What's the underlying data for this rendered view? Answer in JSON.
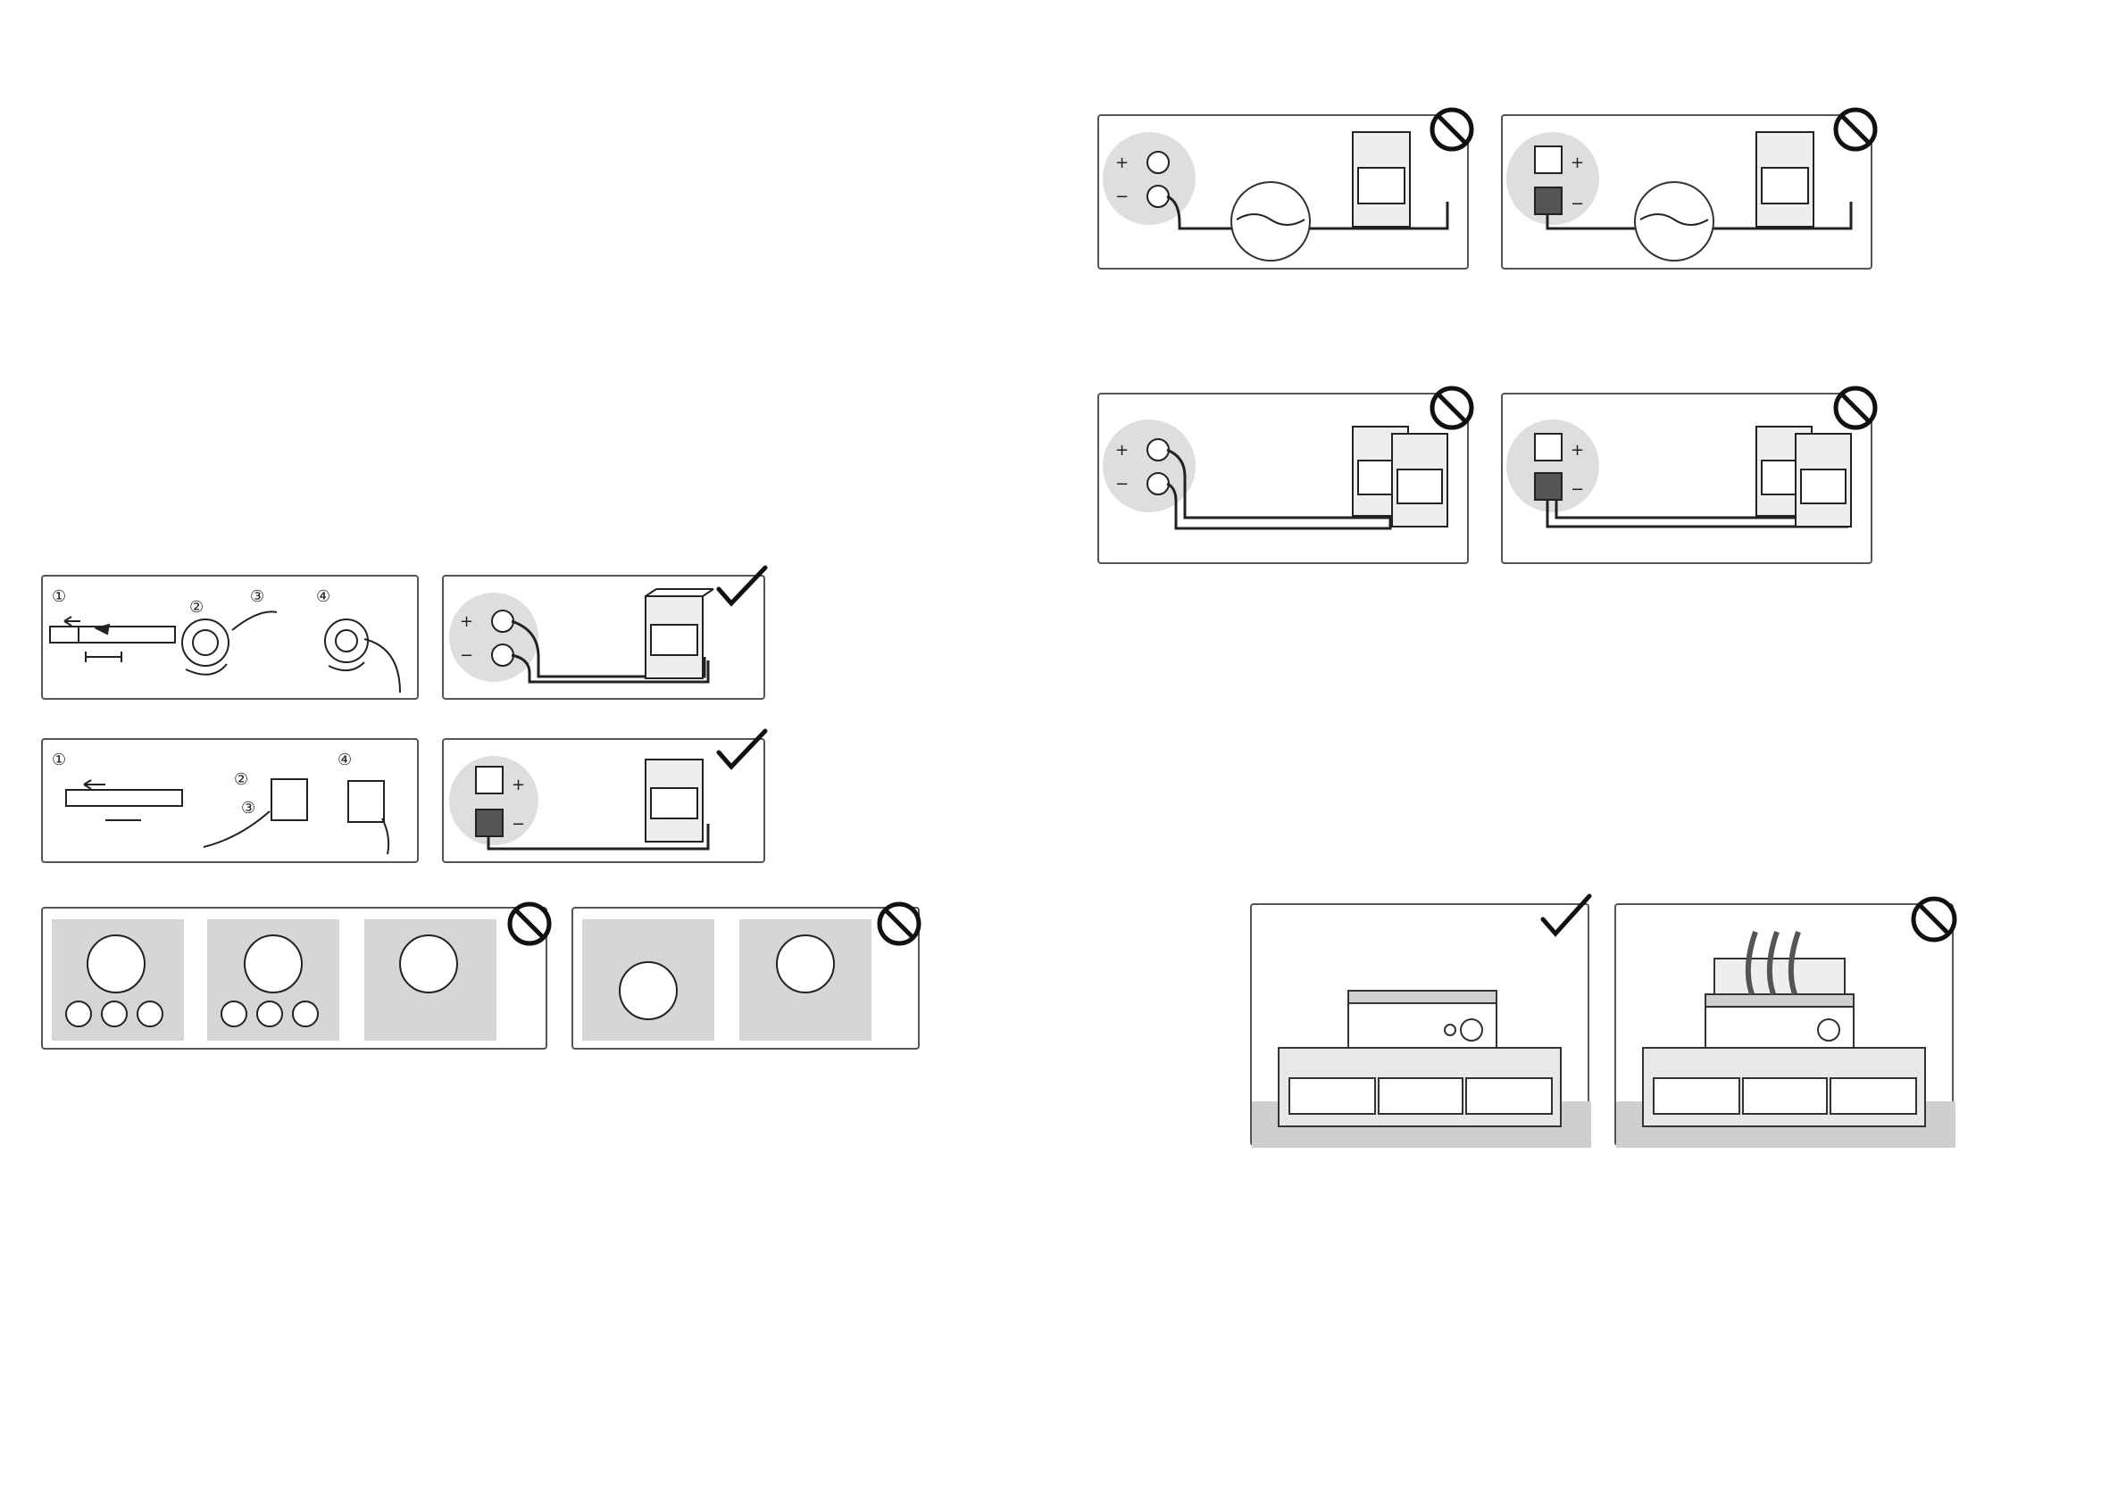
{
  "step_labels": {
    "one": "①",
    "two": "②",
    "three": "③",
    "four": "④"
  },
  "polarity": {
    "plus": "+",
    "minus": "−"
  },
  "symbols": {
    "ok": "check-mark-icon",
    "not_allowed": "prohibited-icon"
  },
  "colors": {
    "line": "#222222",
    "frame": "#555555",
    "shade": "#d9d9d9",
    "floor": "#cccccc"
  }
}
